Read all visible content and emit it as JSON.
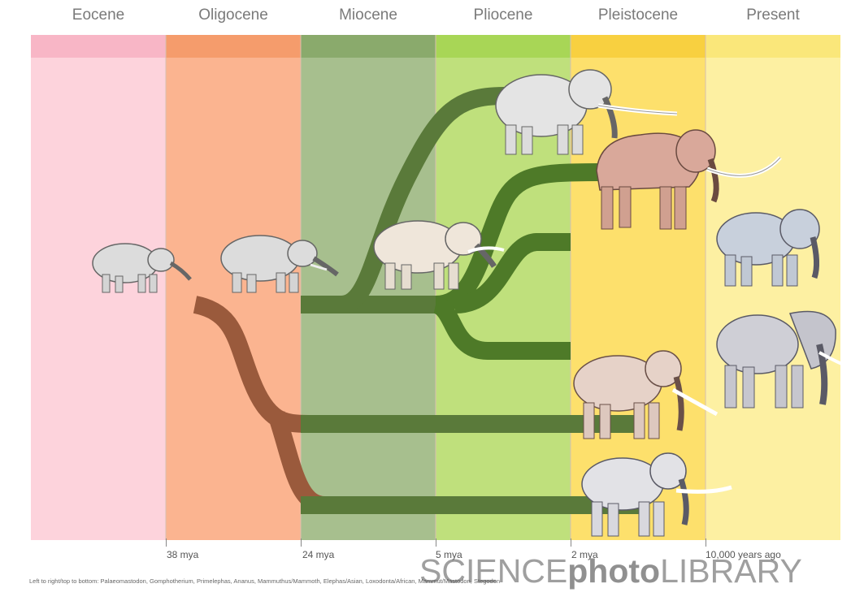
{
  "eras": [
    {
      "name": "Eocene",
      "band_color": "#fdd3dc",
      "header_color": "#f8b6c6"
    },
    {
      "name": "Oligocene",
      "band_color": "#fbb490",
      "header_color": "#f59c6c"
    },
    {
      "name": "Miocene",
      "band_color": "#a7bf8e",
      "header_color": "#8aaa6c"
    },
    {
      "name": "Pliocene",
      "band_color": "#bfe07c",
      "header_color": "#a8d656"
    },
    {
      "name": "Pleistocene",
      "band_color": "#fde06c",
      "header_color": "#f8d040"
    },
    {
      "name": "Present",
      "band_color": "#fdf0a2",
      "header_color": "#fae77a"
    }
  ],
  "time_markers": [
    "38 mya",
    "24 mya",
    "5 mya",
    "2 mya",
    "10,000 years ago"
  ],
  "caption": "Left to right/top to bottom: Palaeomastodon, Gomphotherium, Primelephas, Ananus, Mammuthus/Mammoth, Elephas/Asian, Loxodonta/African, Mammut/Mastodon, Stegodon",
  "watermark": {
    "part1": "SCIENCE",
    "part2": "photo",
    "part3": "LIBRARY"
  },
  "colors": {
    "lineage_brown": "#9a5a3c",
    "lineage_green": "#4e7a28",
    "living_red": "#f0502a",
    "trunk_grey": "#6a6a72"
  },
  "animals": [
    {
      "name": "Palaeomastodon",
      "icon": "elephant-ancestor-icon"
    },
    {
      "name": "Gomphotherium",
      "icon": "elephant-ancestor-icon"
    },
    {
      "name": "Primelephas",
      "icon": "elephant-ancestor-icon"
    },
    {
      "name": "Ananus",
      "icon": "elephant-icon"
    },
    {
      "name": "Mammoth",
      "icon": "mammoth-icon"
    },
    {
      "name": "Asian elephant",
      "icon": "elephant-icon"
    },
    {
      "name": "African elephant",
      "icon": "elephant-icon"
    },
    {
      "name": "Mastodon",
      "icon": "mammoth-icon"
    },
    {
      "name": "Stegodon",
      "icon": "elephant-icon"
    }
  ]
}
